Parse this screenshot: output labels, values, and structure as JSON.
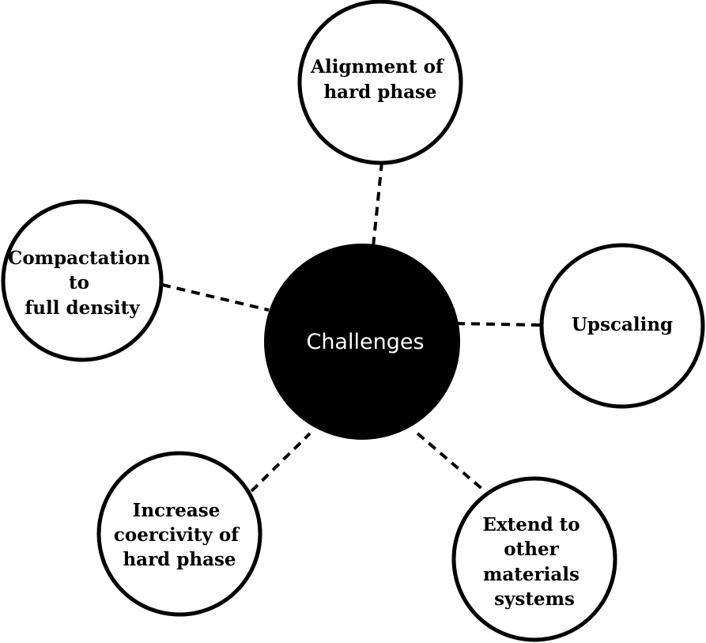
{
  "diagram": {
    "hub": {
      "label": "Challenges"
    },
    "nodes": {
      "alignment": {
        "lines": [
          "Alignment of",
          "hard phase"
        ]
      },
      "compaction": {
        "lines": [
          "Compactation",
          "to",
          "full density"
        ]
      },
      "upscaling": {
        "lines": [
          "Upscaling"
        ]
      },
      "coercivity": {
        "lines": [
          "Increase",
          "coercivity of",
          "hard phase"
        ]
      },
      "extend": {
        "lines": [
          "Extend to",
          "other",
          "materials",
          "systems"
        ]
      }
    },
    "colors": {
      "hub_fill": "#000000",
      "hub_text": "#ffffff",
      "node_fill": "#ffffff",
      "node_stroke": "#000000",
      "connector": "#000000"
    }
  }
}
